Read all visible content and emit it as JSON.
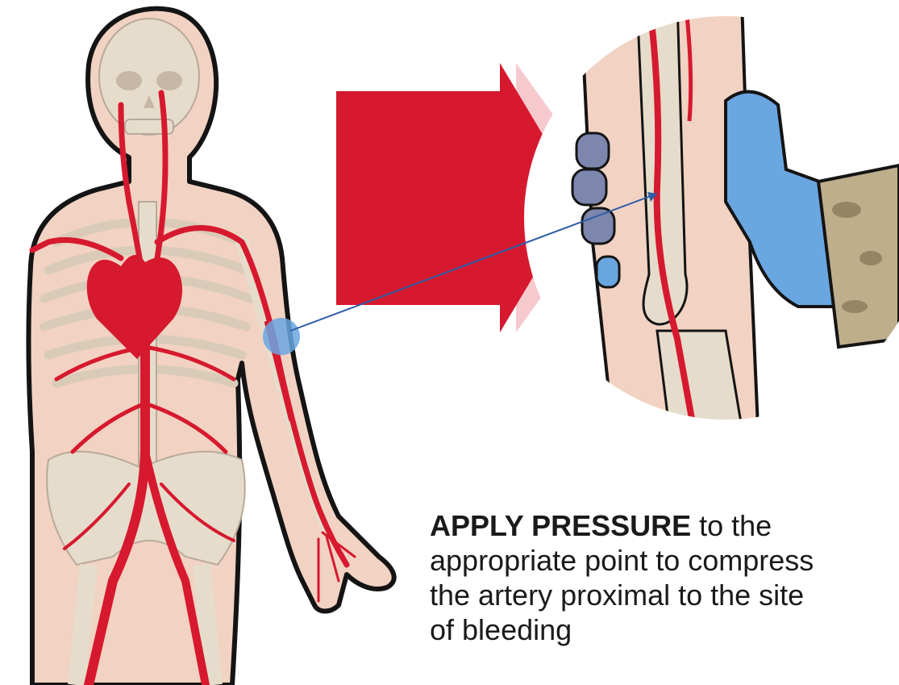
{
  "instruction": {
    "bold": "APPLY PRESSURE",
    "rest_line1": " to the",
    "line2": "appropriate point to compress",
    "line3": "the artery proximal to the site",
    "line4": "of bleeding"
  },
  "colors": {
    "artery_red": "#d6192e",
    "skin": "#f2d2c2",
    "bone": "#e6dccb",
    "glove_blue": "#6aa6e0",
    "pointer_blue": "#2f5ea8",
    "outline": "#141414",
    "camo": "#bfae8c"
  },
  "icons": [
    "human-figure-icon",
    "heart-icon",
    "arrow-icon",
    "gloved-hand-icon",
    "pressure-point-marker-icon"
  ]
}
